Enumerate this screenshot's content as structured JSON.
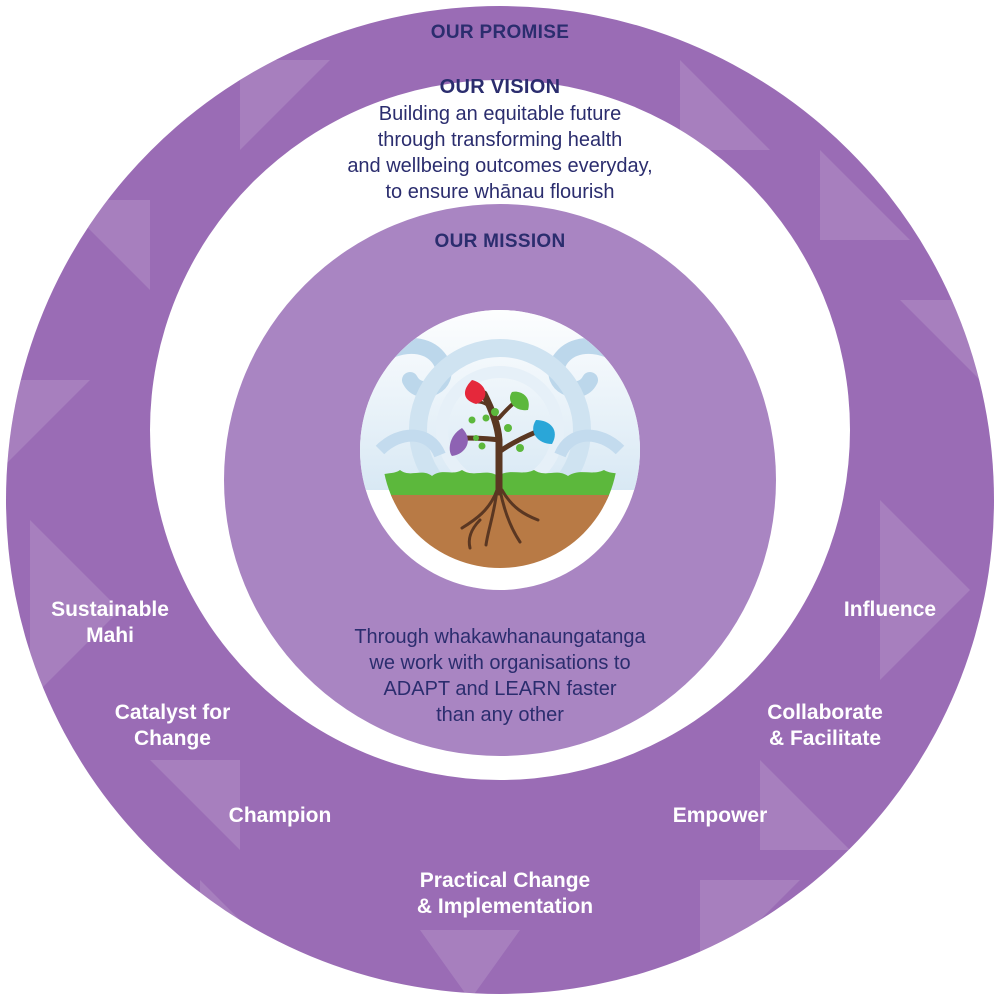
{
  "promise": {
    "title": "OUR PROMISE"
  },
  "vision": {
    "title": "OUR VISION",
    "body": "Building an equitable future\nthrough transforming health\nand wellbeing outcomes everyday,\nto ensure whānau flourish"
  },
  "mission": {
    "title": "OUR MISSION",
    "body": "Through whakawhanaungatanga\nwe work with organisations to\nADAPT and LEARN faster\nthan any other"
  },
  "values": [
    {
      "label": "Sustainable\nMahi"
    },
    {
      "label": "Catalyst for\nChange"
    },
    {
      "label": "Champion"
    },
    {
      "label": "Practical Change\n& Implementation"
    },
    {
      "label": "Empower"
    },
    {
      "label": "Collaborate\n& Facilitate"
    },
    {
      "label": "Influence"
    }
  ],
  "colors": {
    "outer_ring": "#9a6cb5",
    "inner_disc": "#a985c2",
    "text_dark": "#2b2d6e",
    "soil": "#b87a45",
    "grass": "#5cb83c",
    "leaf_red": "#e5283b",
    "leaf_blue": "#2aa6d8",
    "leaf_purple": "#8e62b3",
    "leaf_green": "#5cb83c"
  },
  "icons": [
    "tree-icon"
  ]
}
